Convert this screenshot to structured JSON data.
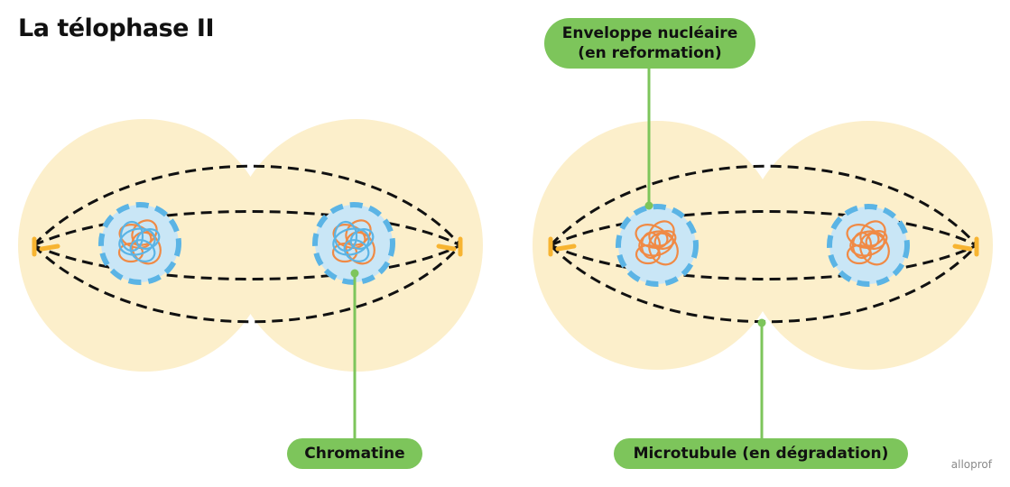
{
  "title": "La télophase II",
  "labels": {
    "envelope_line1": "Enveloppe nucléaire",
    "envelope_line2": "(en reformation)",
    "chromatin": "Chromatine",
    "microtubule": "Microtubule (en dégradation)"
  },
  "watermark": "alloprof",
  "colors": {
    "cytoplasm": "#fcefcb",
    "nucleus_fill": "#c9e6f6",
    "nuclear_envelope": "#5bb4e5",
    "chromatin_orange": "#f08a45",
    "chromatin_blue": "#5bb4e5",
    "centrosome": "#f7b431",
    "microtubule": "#111111",
    "label_bg": "#7dc55b",
    "leader_line": "#7dc55b"
  }
}
